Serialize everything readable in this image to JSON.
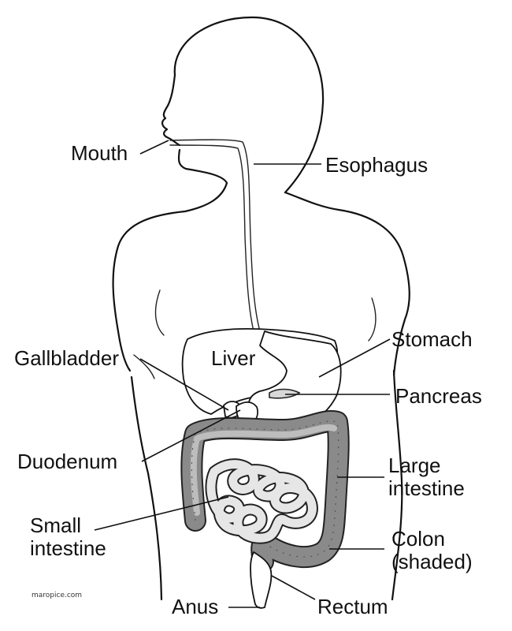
{
  "labels": {
    "mouth": "Mouth",
    "esophagus": "Esophagus",
    "gallbladder": "Gallbladder",
    "liver": "Liver",
    "stomach": "Stomach",
    "pancreas": "Pancreas",
    "duodenum": "Duodenum",
    "large_intestine_1": "Large",
    "large_intestine_2": "intestine",
    "small_intestine_1": "Small",
    "small_intestine_2": "intestine",
    "colon_1": "Colon",
    "colon_2": "(shaded)",
    "anus": "Anus",
    "rectum": "Rectum"
  },
  "credit": "maropice.com"
}
